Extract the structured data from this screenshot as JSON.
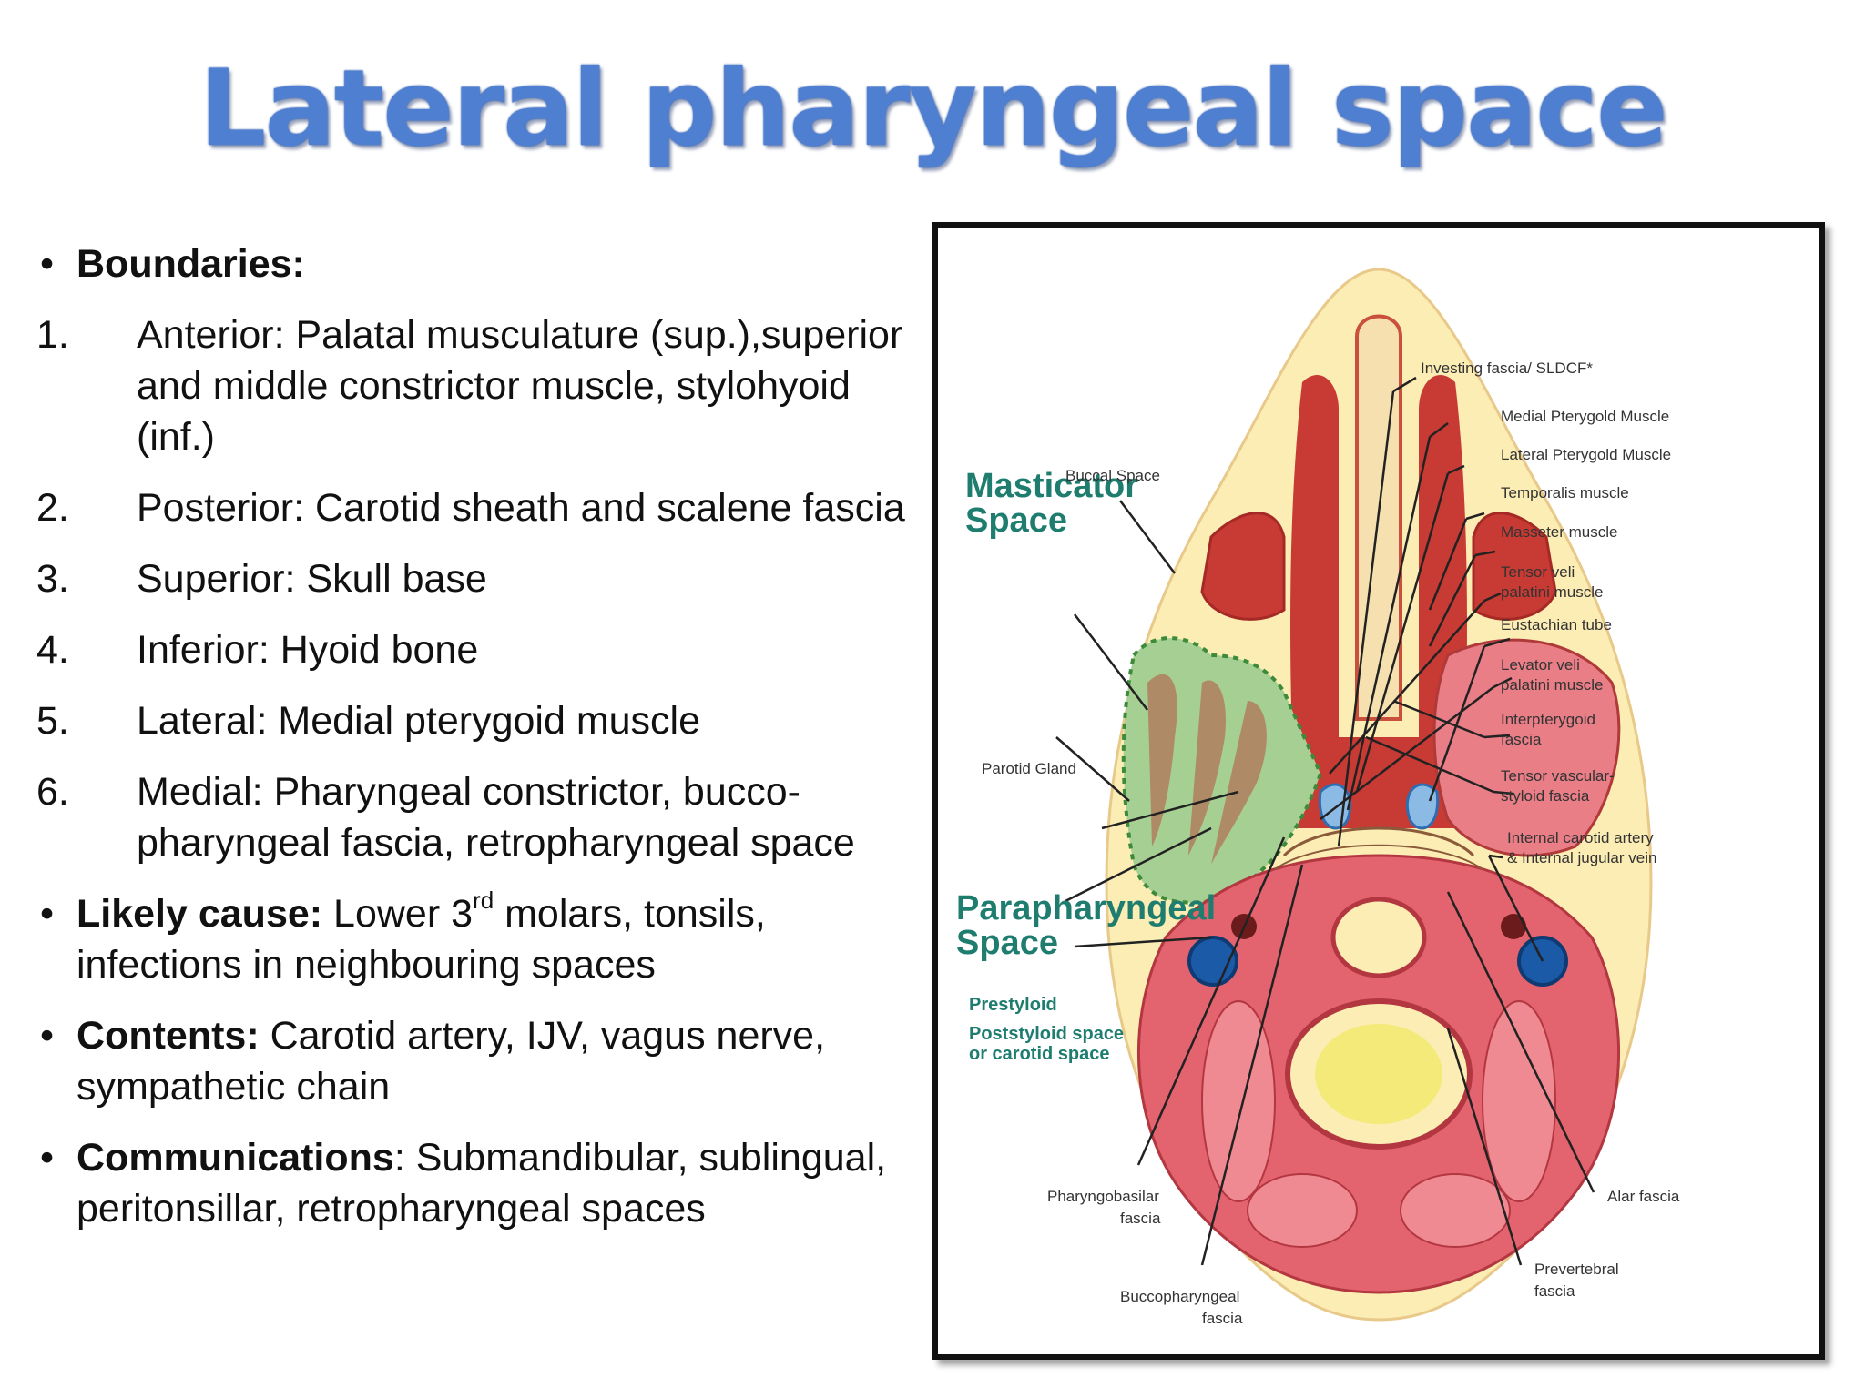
{
  "title": "Lateral pharyngeal space",
  "boundaries": {
    "label": "Boundaries:",
    "items": [
      {
        "n": "1.",
        "text": "Anterior: Palatal musculature (sup.),superior and middle constrictor muscle, stylohyoid (inf.)"
      },
      {
        "n": "2.",
        "text": "Posterior: Carotid sheath and scalene fascia"
      },
      {
        "n": "3.",
        "text": "Superior: Skull base"
      },
      {
        "n": "4.",
        "text": "Inferior: Hyoid bone"
      },
      {
        "n": "5.",
        "text": "Lateral: Medial pterygoid muscle"
      },
      {
        "n": "6.",
        "text": "Medial: Pharyngeal constrictor, bucco-pharyngeal fascia, retropharyngeal space"
      }
    ]
  },
  "likely_cause": {
    "label": "Likely cause:",
    "text_a": " Lower 3",
    "sup": "rd",
    "text_b": " molars, tonsils, infections in neighbouring spaces"
  },
  "contents": {
    "label": "Contents:",
    "text": " Carotid artery, IJV, vagus nerve, sympathetic chain"
  },
  "communications": {
    "label": "Communications",
    "text": ": Submandibular, sublingual, peritonsillar, retropharyngeal spaces"
  },
  "figure": {
    "masticator": [
      "Masticator",
      "Space"
    ],
    "parapharyngeal": [
      "Parapharyngeal",
      "Space"
    ],
    "prestyloid": "Prestyloid",
    "poststyloid": [
      "Poststyloid space",
      "or carotid space"
    ],
    "buccal": "Buccal Space",
    "parotid": "Parotid Gland",
    "pharyngobasilar": [
      "Pharyngobasilar",
      "fascia"
    ],
    "buccopharyngeal": [
      "Buccopharyngeal",
      "fascia"
    ],
    "prevertebral": [
      "Prevertebral",
      "fascia"
    ],
    "alar": "Alar fascia",
    "right_labels": [
      [
        "Investing fascia/ SLDCF*"
      ],
      [
        "Medial Pterygold Muscle"
      ],
      [
        "Lateral Pterygold Muscle"
      ],
      [
        "Temporalis muscle"
      ],
      [
        "Masseter muscle"
      ],
      [
        "Tensor veli",
        "palatini muscle"
      ],
      [
        "Eustachian tube"
      ],
      [
        "Levator veli",
        "palatini muscle"
      ],
      [
        "Interpterygoid",
        "fascia"
      ],
      [
        "Tensor vascular-",
        "styloid fascia"
      ],
      [
        "Internal carotid artery",
        "& Internal jugular vein"
      ]
    ]
  }
}
